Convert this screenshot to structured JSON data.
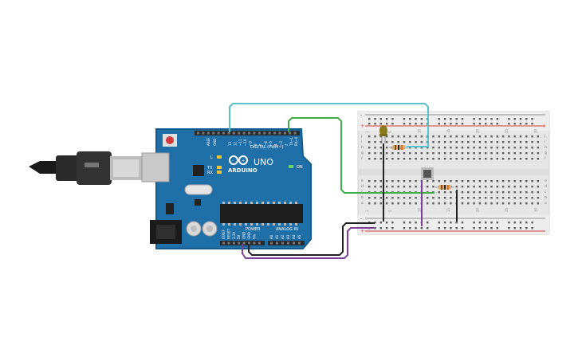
{
  "arduino": {
    "brand": "ARDUINO",
    "model": "UNO",
    "digital_label": "DIGITAL (PWM~)",
    "power_label": "POWER",
    "analog_label": "ANALOG IN",
    "on_label": "ON",
    "l_label": "L",
    "tx_label": "TX",
    "rx_label": "RX",
    "aref_label": "AREF",
    "gnd_label": "GND",
    "digital_pins": [
      "13",
      "12",
      "~11",
      "~10",
      "~9",
      "8",
      "7",
      "~6",
      "~5",
      "4",
      "~3",
      "2",
      "TX→1",
      "RX←0"
    ],
    "power_pins": [
      "IOREF",
      "RESET",
      "3.3V",
      "5V",
      "GND",
      "GND",
      "Vin"
    ],
    "analog_pins": [
      "A0",
      "A1",
      "A2",
      "A3",
      "A4",
      "A5"
    ],
    "colors": {
      "board": "#1f6fa8",
      "board_dark": "#155a8c",
      "header": "#2b2b2b"
    }
  },
  "breadboard": {
    "column_numbers": [
      "1",
      "5",
      "10",
      "15",
      "20",
      "25",
      "30"
    ],
    "row_letters_top": [
      "j",
      "i",
      "h",
      "g",
      "f"
    ],
    "row_letters_bottom": [
      "e",
      "d",
      "c",
      "b",
      "a"
    ],
    "rail_plus": "+",
    "rail_minus": "-",
    "colors": {
      "body": "#e6e6e6",
      "rail_red": "#d23b3b",
      "rail_black": "#333333"
    }
  },
  "wires": {
    "colors": {
      "cyan": "#59c3cc",
      "green": "#3fae49",
      "black": "#222222",
      "purple": "#7a3f99"
    }
  },
  "components": {
    "led_color": "#8a7a1a",
    "resistor_color": "#d9b27a",
    "button_color": "#555555"
  }
}
